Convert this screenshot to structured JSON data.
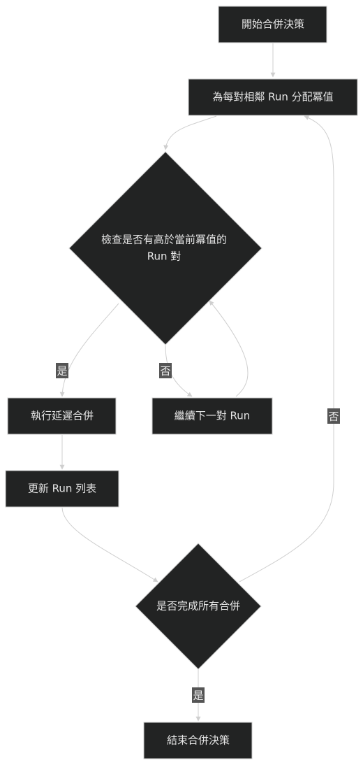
{
  "nodes": {
    "start": "開始合併決策",
    "assign": "為每對相鄰 Run 分配冪值",
    "check_line1": "檢查是否有高於當前冪值的",
    "check_line2": "Run 對",
    "merge": "執行延遲合併",
    "next": "繼續下一對 Run",
    "update": "更新 Run 列表",
    "done_check": "是否完成所有合併",
    "end": "結束合併決策"
  },
  "edges": {
    "check_yes": "是",
    "check_no": "否",
    "done_no": "否",
    "done_yes": "是"
  }
}
